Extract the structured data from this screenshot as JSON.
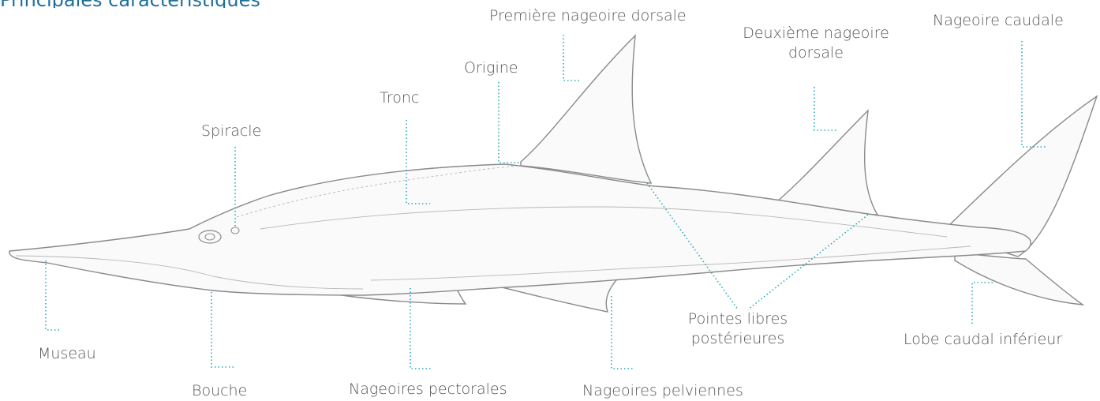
{
  "header": {
    "title": "Principales caractéristiques"
  },
  "labels": {
    "premiere_dorsale": "Première nageoire dorsale",
    "deuxieme_dorsale_1": "Deuxième nageoire",
    "deuxieme_dorsale_2": "dorsale",
    "caudale": "Nageoire caudale",
    "origine": "Origine",
    "tronc": "Tronc",
    "spiracle": "Spiracle",
    "museau": "Museau",
    "bouche": "Bouche",
    "pectorales": "Nageoires pectorales",
    "pelviennes": "Nageoires pelviennes",
    "pointes_1": "Pointes libres",
    "pointes_2": "postérieures",
    "lobe": "Lobe caudal inférieur"
  },
  "colors": {
    "leader": "#2aa8bd",
    "text": "#555555",
    "title": "#1f6f9a"
  }
}
